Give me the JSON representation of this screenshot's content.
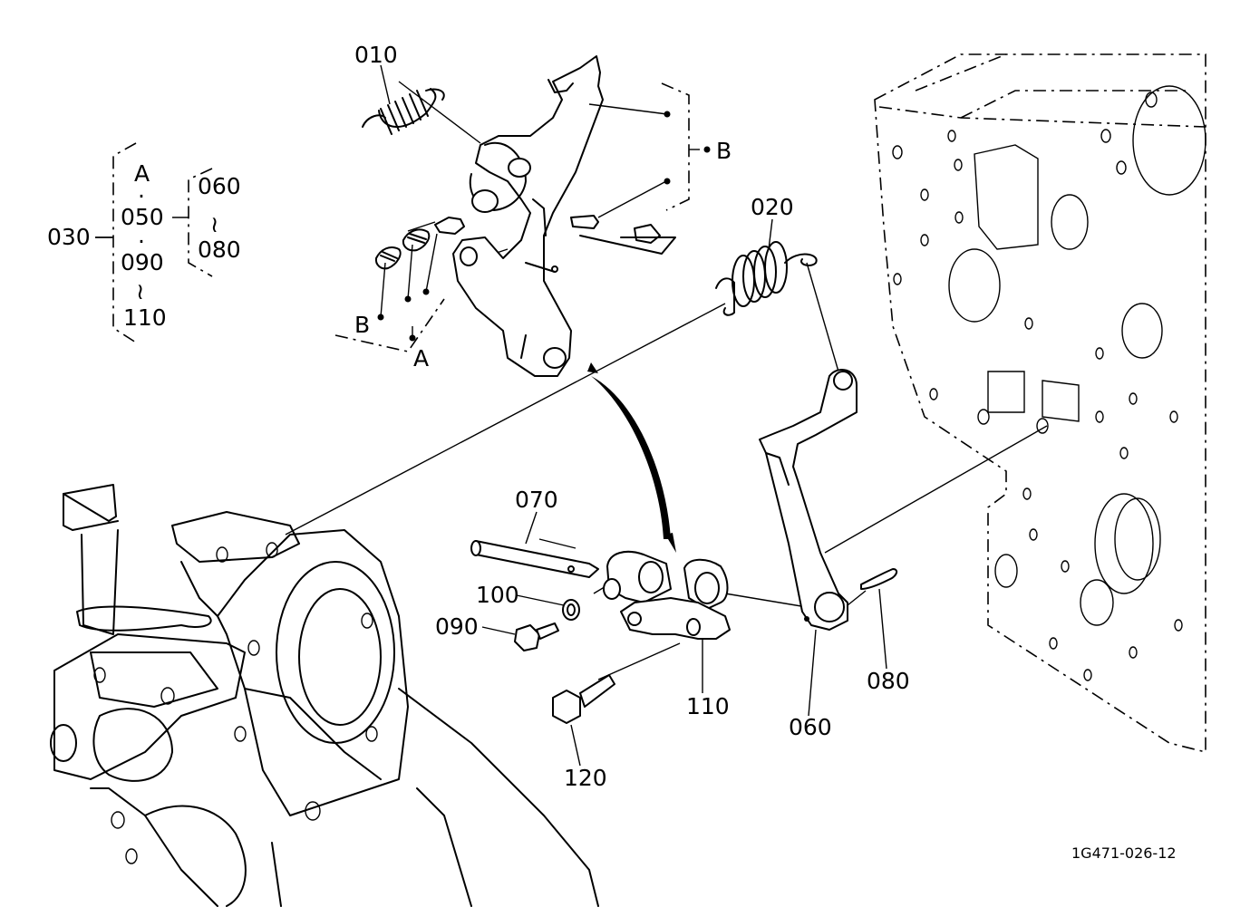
{
  "labels": {
    "p010": "010",
    "p020": "020",
    "p030": "030",
    "p050": "050",
    "p060": "060",
    "p060b": "060",
    "p070": "070",
    "p080": "080",
    "p080b": "080",
    "p090": "090",
    "p090b": "090",
    "p100": "100",
    "p110": "110",
    "p110b": "110",
    "p120": "120",
    "groupA": "A",
    "groupA2": "A",
    "groupB": "B",
    "groupB2": "B",
    "tilde1": "≀",
    "tilde2": "≀",
    "dot1": "·",
    "dot2": "·",
    "code": "1G471-026-12"
  }
}
